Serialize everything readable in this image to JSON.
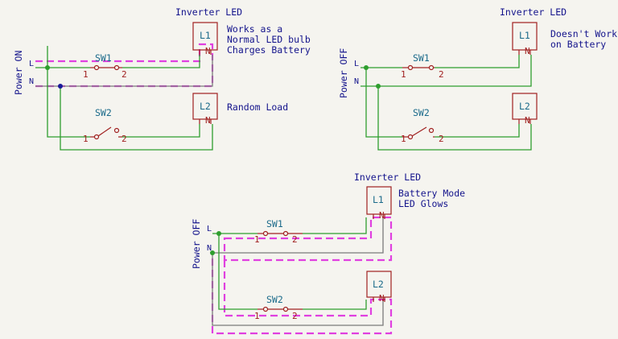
{
  "circuits": [
    {
      "id": "top-left",
      "inverter_label": "Inverter LED",
      "power_label": "Power ON",
      "line_label": "L",
      "neutral_label": "N",
      "l1_ref": "L1",
      "l2_ref": "L2",
      "sw1_ref": "SW1",
      "sw2_ref": "SW2",
      "note_l1": [
        "Works as a",
        "Normal LED bulb",
        "Charges Battery"
      ],
      "note_l2": "Random Load"
    },
    {
      "id": "top-right",
      "inverter_label": "Inverter LED",
      "power_label": "Power OFF",
      "line_label": "L",
      "neutral_label": "N",
      "l1_ref": "L1",
      "l2_ref": "L2",
      "sw1_ref": "SW1",
      "sw2_ref": "SW2",
      "note_l1": [
        "Doesn't Work",
        "on Battery"
      ]
    },
    {
      "id": "bottom",
      "inverter_label": "Inverter LED",
      "power_label": "Power OFF",
      "line_label": "L",
      "neutral_label": "N",
      "l1_ref": "L1",
      "l2_ref": "L2",
      "sw1_ref": "SW1",
      "sw2_ref": "SW2",
      "note_l1": [
        "Battery Mode",
        "LED Glows"
      ]
    }
  ],
  "pins": {
    "one": "1",
    "two": "2",
    "lamp_pin": "N"
  },
  "colors": {
    "background": "#f5f4ef",
    "wire": "#2e9e2e",
    "component": "#a02020",
    "highlight_path": "#e040e0",
    "text": "#14148c",
    "reference": "#1a6a8a"
  }
}
